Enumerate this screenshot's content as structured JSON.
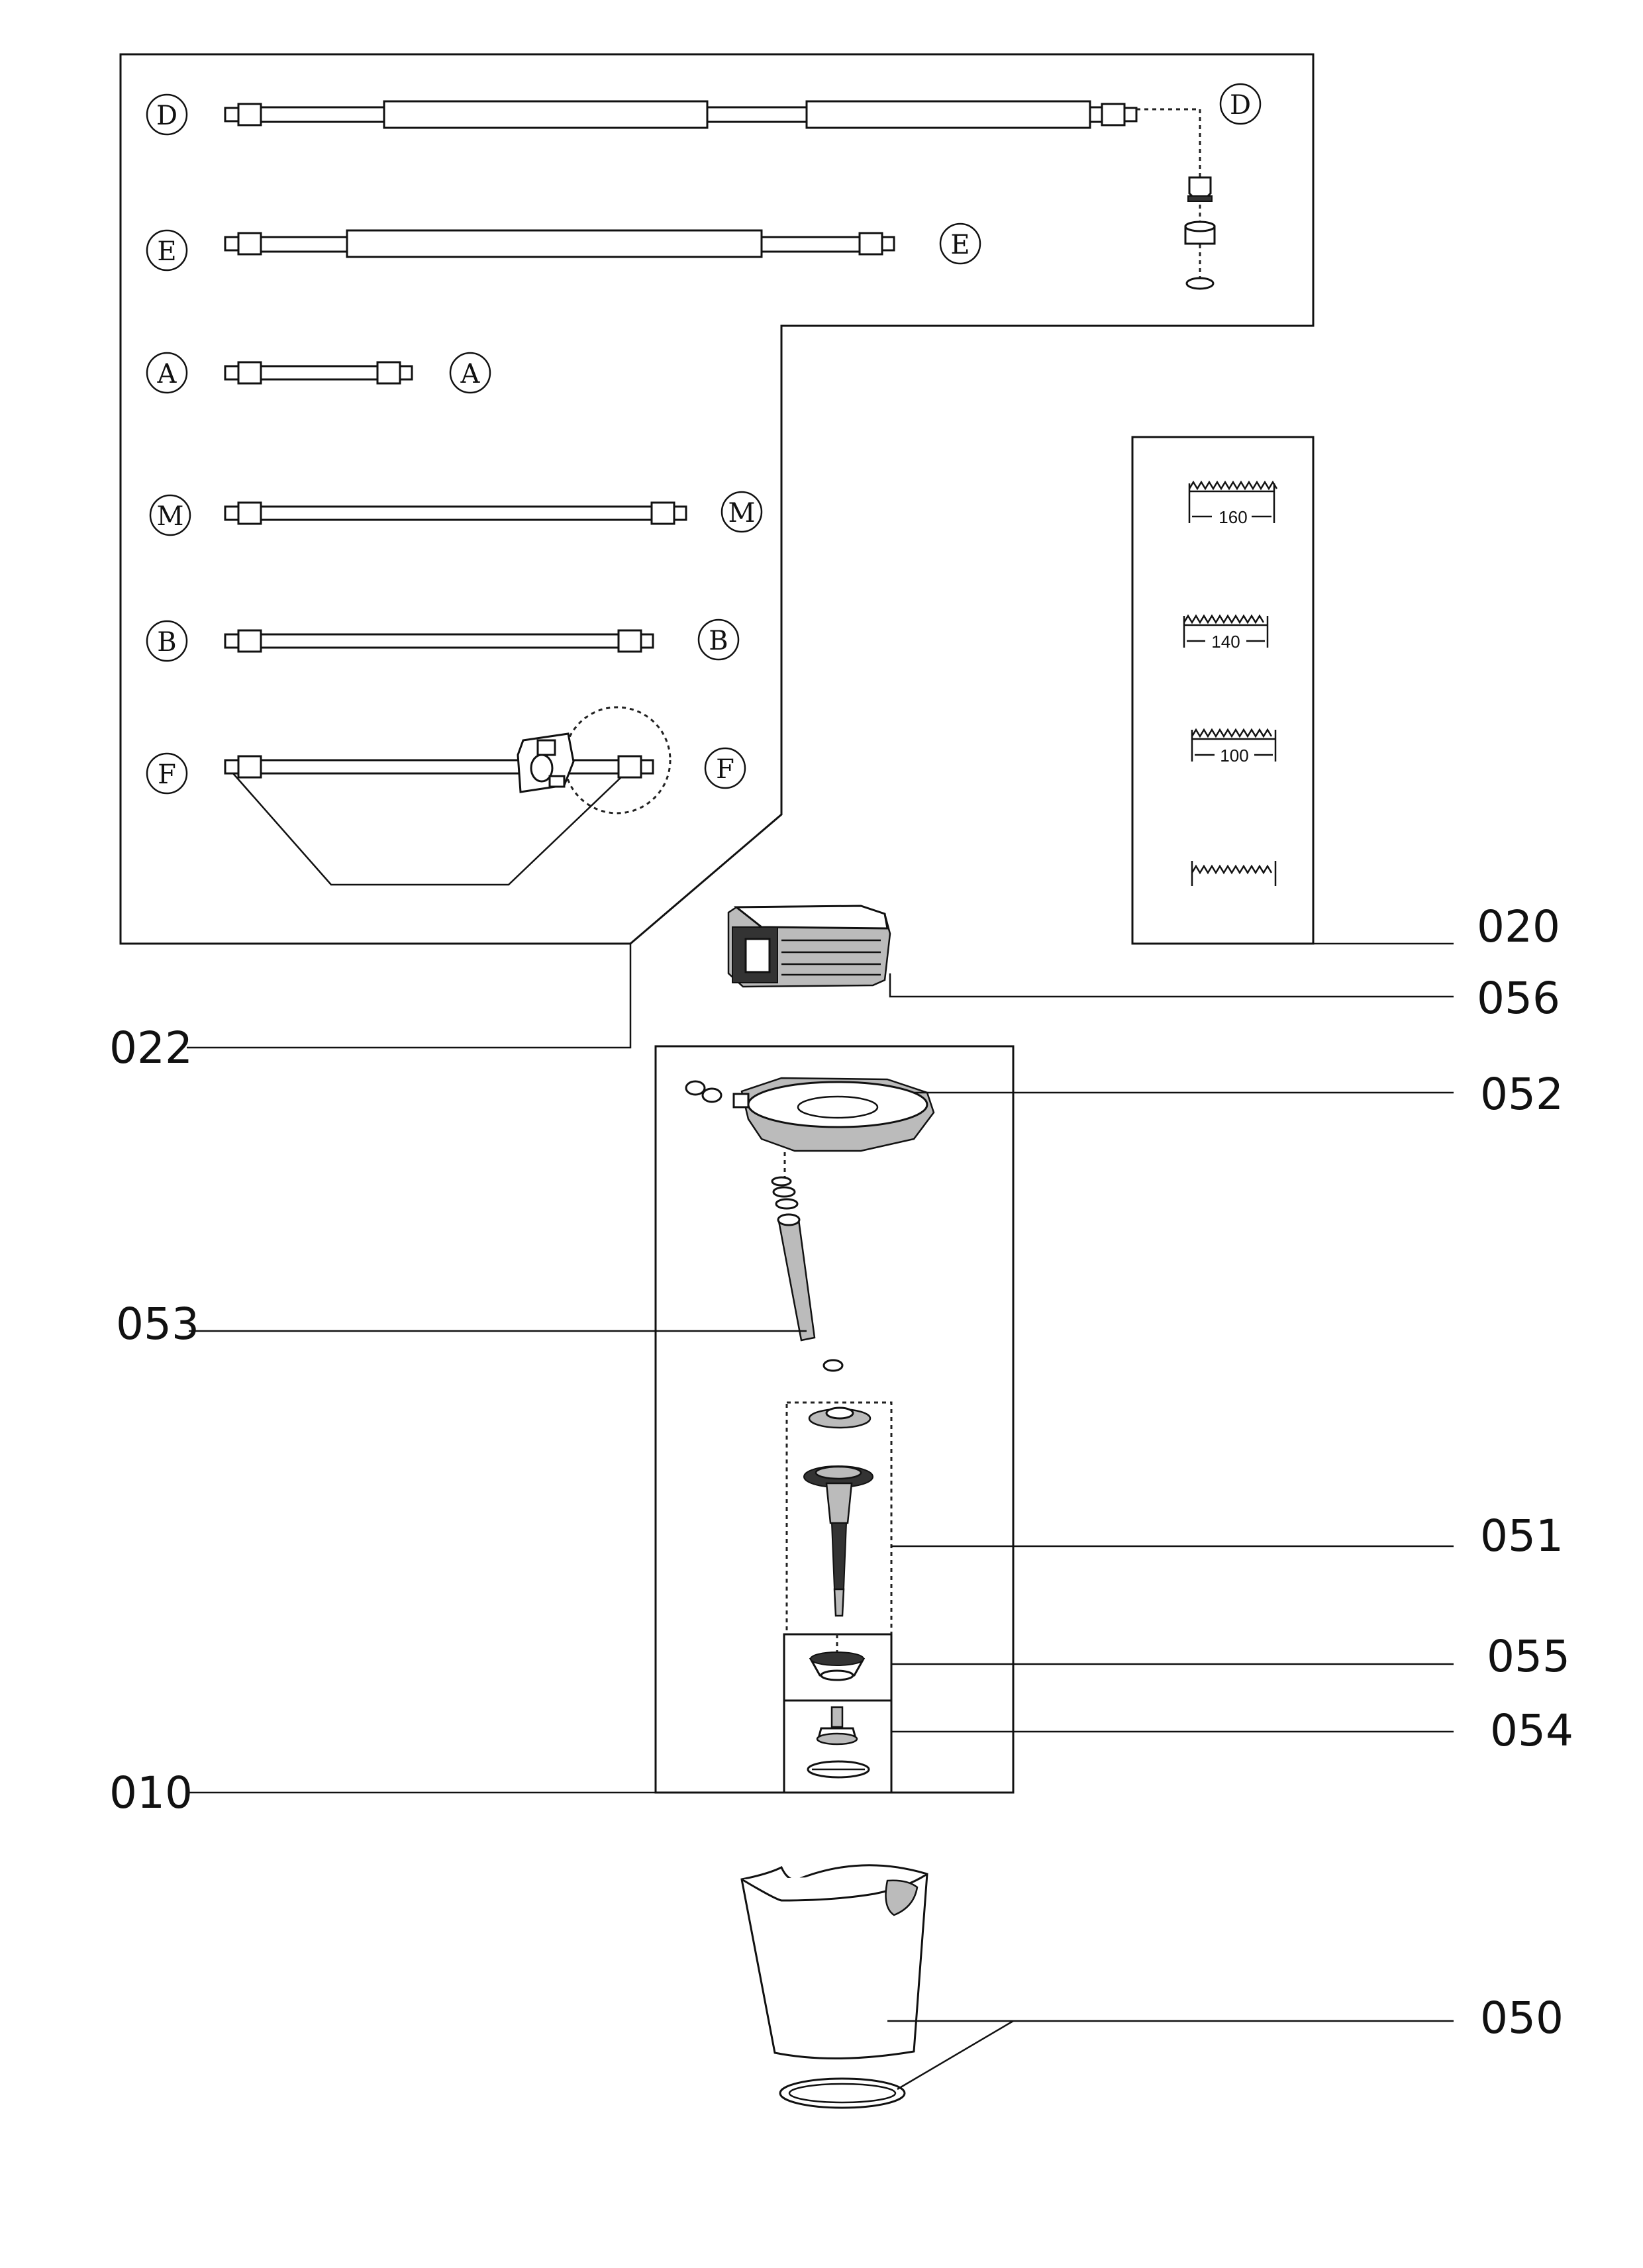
{
  "tube_rows": [
    {
      "letter": "D",
      "partner": "D"
    },
    {
      "letter": "E",
      "partner": "E"
    },
    {
      "letter": "A",
      "partner": "A"
    },
    {
      "letter": "M",
      "partner": "M"
    },
    {
      "letter": "B",
      "partner": "B"
    },
    {
      "letter": "F",
      "partner": "F"
    }
  ],
  "spring_dimensions": [
    "160",
    "140",
    "100"
  ],
  "part_numbers": {
    "p020": "020",
    "p056": "056",
    "p022": "022",
    "p052": "052",
    "p053": "053",
    "p051": "051",
    "p055": "055",
    "p054": "054",
    "p010": "010",
    "p050": "050"
  }
}
